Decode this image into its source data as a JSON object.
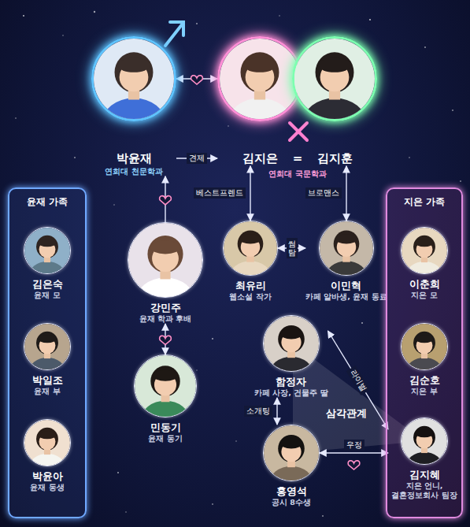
{
  "diagram": {
    "nodes": [
      {
        "text": [
          "박윤재",
          "연희대 천문학과"
        ]
      },
      {
        "text": [
          "김지은"
        ]
      },
      {
        "text": [
          "김지훈"
        ]
      },
      {
        "text": [
          "윤재 가족"
        ]
      },
      {
        "text": [
          "김은숙",
          "윤재 모"
        ],
        "in": 3
      },
      {
        "text": [
          "박일조",
          "윤재 부"
        ],
        "in": 3
      },
      {
        "text": [
          "박윤아",
          "윤재 동생"
        ],
        "in": 3
      },
      {
        "text": [
          "강민주",
          "윤재 학과 후배"
        ]
      },
      {
        "text": [
          "최유리",
          "웹소설 작가"
        ]
      },
      {
        "text": [
          "이민혁",
          "카페 알바생, 윤재 동료"
        ]
      },
      {
        "text": [
          "지은 가족"
        ]
      },
      {
        "text": [
          "이춘희",
          "지은 모"
        ],
        "in": 10
      },
      {
        "text": [
          "김순호",
          "지은 부"
        ],
        "in": 10
      },
      {
        "text": [
          "함정자",
          "카페 사장, 건물주 딸"
        ]
      },
      {
        "text": [
          "민동기",
          "윤재 동기"
        ]
      },
      {
        "text": [
          "홍영석",
          "공시 8수생"
        ]
      },
      {
        "text": [
          "김지혜",
          "지은 언니, 결혼정보회사 팀장"
        ],
        "in": 10
      }
    ],
    "edges": [
      {
        "from": 0,
        "to": 1,
        "arrow": "both"
      },
      {
        "from": 0,
        "to": 1,
        "label": "견제",
        "arrow": "to"
      },
      {
        "from": 7,
        "to": 0,
        "arrow": "to"
      },
      {
        "from": 14,
        "to": 7,
        "arrow": "both"
      },
      {
        "from": 8,
        "to": 1,
        "label": "베스트프렌드",
        "arrow": "both"
      },
      {
        "from": 9,
        "to": 2,
        "label": "브로맨스",
        "arrow": "both"
      },
      {
        "from": 8,
        "to": 9,
        "label": "썸탐",
        "arrow": "both"
      },
      {
        "from": 13,
        "to": 16,
        "label": "라이벌",
        "arrow": "both"
      },
      {
        "from": 13,
        "to": 15,
        "label": "소개팅",
        "arrow": "both"
      },
      {
        "from": 15,
        "to": 16,
        "label": "우정",
        "arrow": "both"
      }
    ],
    "labels": [
      "=",
      "연희대 국문학과",
      "삼각관계"
    ]
  }
}
